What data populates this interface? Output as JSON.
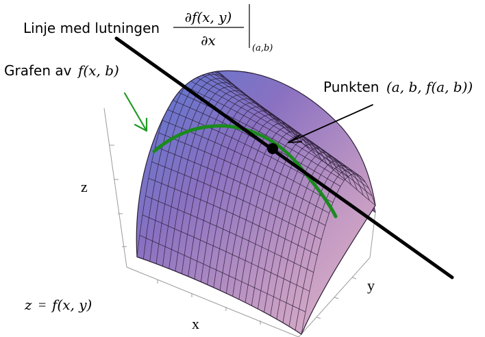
{
  "labels": {
    "line_prefix": "Linje med lutningen",
    "partial_numerator": "∂f(x, y)",
    "partial_denominator": "∂x",
    "partial_eval_point": "(a,b)",
    "graph_prefix": "Grafen av",
    "graph_func": "f(x, b)",
    "point_prefix": "Punkten",
    "point_coords": "(a, b, f(a, b))",
    "axis_z": "z",
    "axis_y": "y",
    "axis_x": "x",
    "equation_lhs": "z",
    "equation_eq": "=",
    "equation_rhs": "f(x, y)"
  },
  "colors": {
    "curve": "#1b8a1e",
    "arrow_green": "#1d9a24",
    "tangent_line": "#000000",
    "mesh_line": "#2a1d36",
    "surface_top": "#5e7fd6",
    "surface_mid": "#8e6fbd",
    "surface_bottom": "#d3a2bd"
  }
}
